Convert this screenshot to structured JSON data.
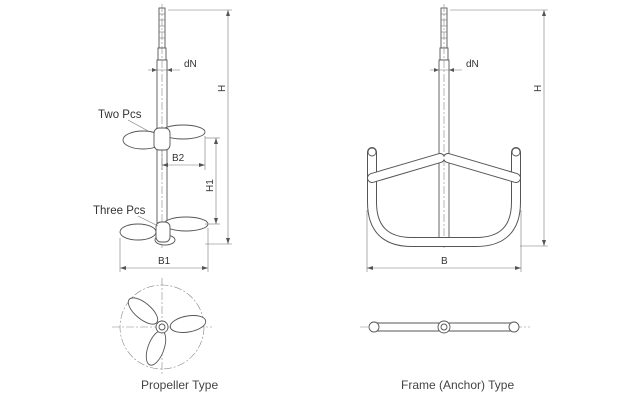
{
  "propeller": {
    "caption": "Propeller Type",
    "label_shaft_diameter": "dN",
    "label_height": "H",
    "label_h1": "H1",
    "label_b1": "B1",
    "label_b2": "B2",
    "label_two_pcs": "Two Pcs",
    "label_three_pcs": "Three Pcs"
  },
  "anchor": {
    "caption": "Frame (Anchor) Type",
    "label_shaft_diameter": "dN",
    "label_height": "H",
    "label_b": "B"
  },
  "colors": {
    "line": "#555555",
    "text": "#333333",
    "background": "#ffffff"
  }
}
